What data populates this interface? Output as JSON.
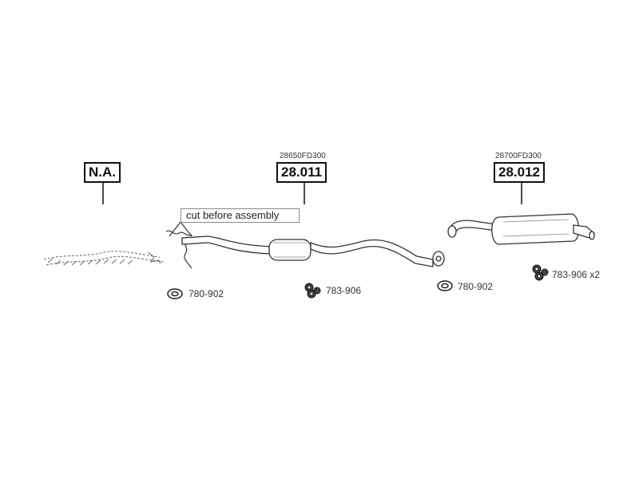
{
  "parts": [
    {
      "id": "na",
      "code": "N.A.",
      "oem": ""
    },
    {
      "id": "front",
      "code": "28.011",
      "oem": "28650FD300"
    },
    {
      "id": "rear",
      "code": "28.012",
      "oem": "28700FD300"
    }
  ],
  "note": "cut before assembly",
  "fittings": [
    {
      "id": "gasket-front",
      "code": "780-902"
    },
    {
      "id": "hanger-mid",
      "code": "783-906"
    },
    {
      "id": "gasket-rear",
      "code": "780-902"
    },
    {
      "id": "hanger-rear",
      "code": "783-906 x2"
    }
  ]
}
